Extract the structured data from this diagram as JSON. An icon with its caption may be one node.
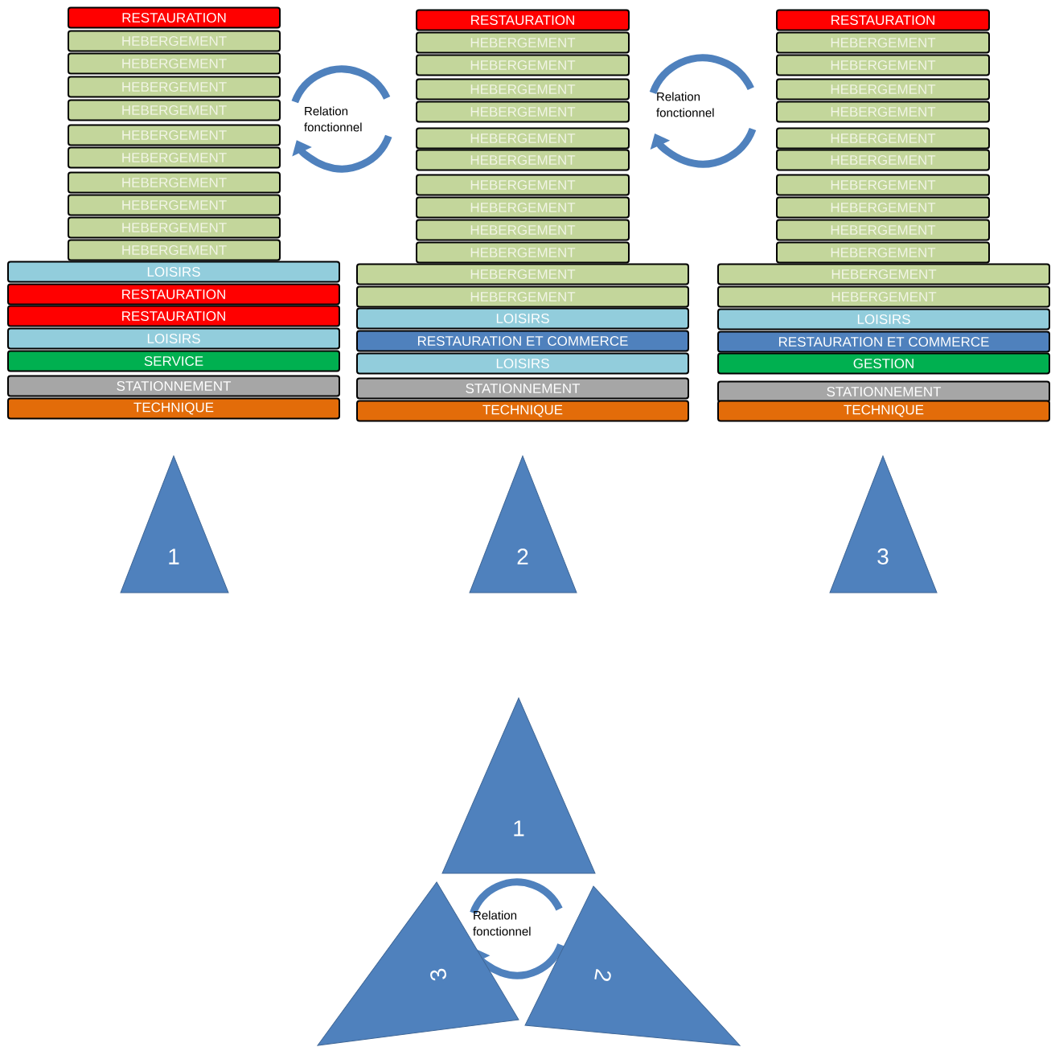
{
  "diagram": {
    "nodes": [
      {
        "text": [
          "RESTAURATION"
        ]
      },
      {
        "text": [
          "HEBERGEMENT"
        ]
      },
      {
        "text": [
          "HEBERGEMENT"
        ]
      },
      {
        "text": [
          "HEBERGEMENT"
        ]
      },
      {
        "text": [
          "HEBERGEMENT"
        ]
      },
      {
        "text": [
          "HEBERGEMENT"
        ]
      },
      {
        "text": [
          "HEBERGEMENT"
        ]
      },
      {
        "text": [
          "HEBERGEMENT"
        ]
      },
      {
        "text": [
          "HEBERGEMENT"
        ]
      },
      {
        "text": [
          "HEBERGEMENT"
        ]
      },
      {
        "text": [
          "HEBERGEMENT"
        ]
      },
      {
        "text": [
          "LOISIRS"
        ]
      },
      {
        "text": [
          "RESTAURATION"
        ]
      },
      {
        "text": [
          "RESTAURATION"
        ]
      },
      {
        "text": [
          "LOISIRS"
        ]
      },
      {
        "text": [
          "SERVICE"
        ]
      },
      {
        "text": [
          "STATIONNEMENT"
        ]
      },
      {
        "text": [
          "TECHNIQUE"
        ]
      },
      {
        "text": [
          "RESTAURATION"
        ]
      },
      {
        "text": [
          "HEBERGEMENT"
        ]
      },
      {
        "text": [
          "HEBERGEMENT"
        ]
      },
      {
        "text": [
          "HEBERGEMENT"
        ]
      },
      {
        "text": [
          "HEBERGEMENT"
        ]
      },
      {
        "text": [
          "HEBERGEMENT"
        ]
      },
      {
        "text": [
          "HEBERGEMENT"
        ]
      },
      {
        "text": [
          "HEBERGEMENT"
        ]
      },
      {
        "text": [
          "HEBERGEMENT"
        ]
      },
      {
        "text": [
          "HEBERGEMENT"
        ]
      },
      {
        "text": [
          "HEBERGEMENT"
        ]
      },
      {
        "text": [
          "HEBERGEMENT"
        ]
      },
      {
        "text": [
          "HEBERGEMENT"
        ]
      },
      {
        "text": [
          "LOISIRS"
        ]
      },
      {
        "text": [
          "RESTAURATION ET COMMERCE"
        ]
      },
      {
        "text": [
          "LOISIRS"
        ]
      },
      {
        "text": [
          "STATIONNEMENT"
        ]
      },
      {
        "text": [
          "TECHNIQUE"
        ]
      },
      {
        "text": [
          "RESTAURATION"
        ]
      },
      {
        "text": [
          "HEBERGEMENT"
        ]
      },
      {
        "text": [
          "HEBERGEMENT"
        ]
      },
      {
        "text": [
          "HEBERGEMENT"
        ]
      },
      {
        "text": [
          "HEBERGEMENT"
        ]
      },
      {
        "text": [
          "HEBERGEMENT"
        ]
      },
      {
        "text": [
          "HEBERGEMENT"
        ]
      },
      {
        "text": [
          "HEBERGEMENT"
        ]
      },
      {
        "text": [
          "HEBERGEMENT"
        ]
      },
      {
        "text": [
          "HEBERGEMENT"
        ]
      },
      {
        "text": [
          "HEBERGEMENT"
        ]
      },
      {
        "text": [
          "HEBERGEMENT"
        ]
      },
      {
        "text": [
          "HEBERGEMENT"
        ]
      },
      {
        "text": [
          "LOISIRS"
        ]
      },
      {
        "text": [
          "RESTAURATION ET COMMERCE"
        ]
      },
      {
        "text": [
          "GESTION"
        ]
      },
      {
        "text": [
          "STATIONNEMENT"
        ]
      },
      {
        "text": [
          "TECHNIQUE"
        ]
      },
      {
        "text": [
          "1"
        ]
      },
      {
        "text": [
          "2"
        ]
      },
      {
        "text": [
          "3"
        ]
      },
      {
        "text": [
          "1"
        ]
      },
      {
        "text": [
          "3"
        ]
      },
      {
        "text": [
          "2"
        ]
      }
    ],
    "labels": [
      "Relation fonctionnel",
      "Relation fonctionnel",
      "Relation fonctionnel"
    ]
  }
}
